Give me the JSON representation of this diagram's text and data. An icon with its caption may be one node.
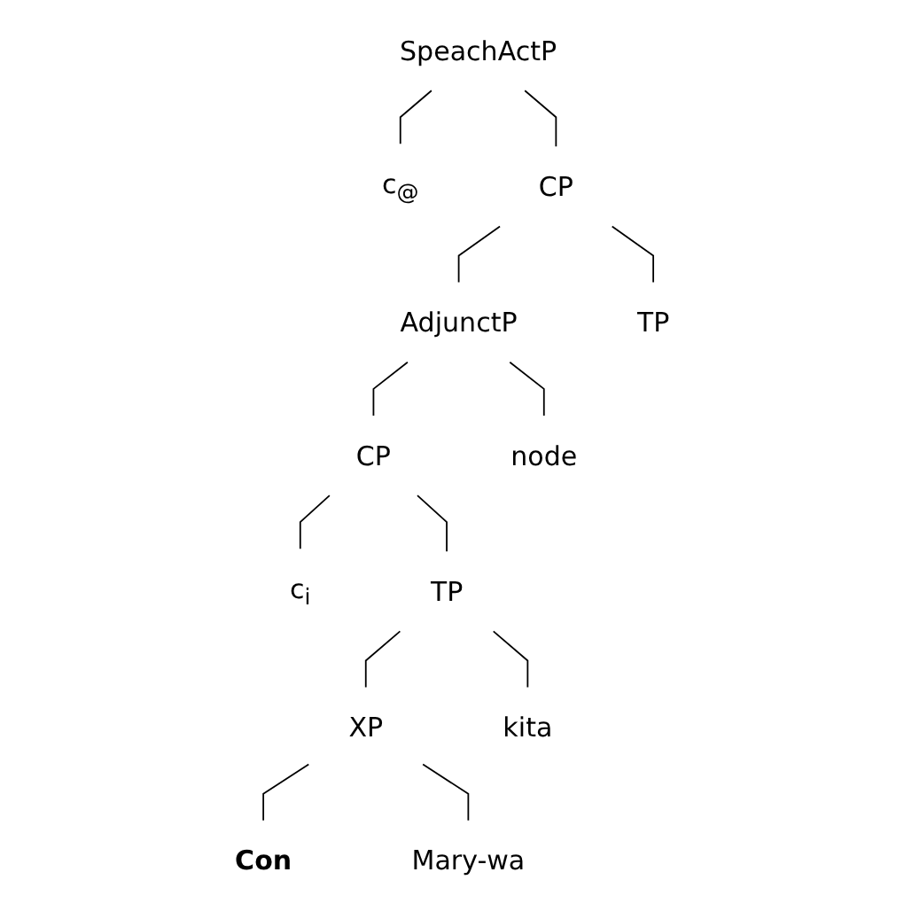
{
  "diagram": {
    "nodes": [
      {
        "text": [
          "SpeachActP"
        ]
      },
      {
        "text": [
          "c$_{@}$"
        ]
      },
      {
        "text": [
          "CP"
        ]
      },
      {
        "text": [
          "AdjunctP"
        ]
      },
      {
        "text": [
          "TP"
        ]
      },
      {
        "text": [
          "CP"
        ]
      },
      {
        "text": [
          "node"
        ]
      },
      {
        "text": [
          "c$_{i}$"
        ]
      },
      {
        "text": [
          "TP"
        ]
      },
      {
        "text": [
          "XP"
        ]
      },
      {
        "text": [
          "kita"
        ]
      },
      {
        "text": [
          "Con"
        ]
      },
      {
        "text": [
          "Mary-wa"
        ]
      }
    ],
    "edges": [
      {
        "from": 0,
        "to": 1,
        "arrow": "none"
      },
      {
        "from": 0,
        "to": 2,
        "arrow": "none"
      },
      {
        "from": 2,
        "to": 3,
        "arrow": "none"
      },
      {
        "from": 2,
        "to": 4,
        "arrow": "none"
      },
      {
        "from": 3,
        "to": 5,
        "arrow": "none"
      },
      {
        "from": 3,
        "to": 6,
        "arrow": "none"
      },
      {
        "from": 5,
        "to": 7,
        "arrow": "none"
      },
      {
        "from": 5,
        "to": 8,
        "arrow": "none"
      },
      {
        "from": 8,
        "to": 9,
        "arrow": "none"
      },
      {
        "from": 8,
        "to": 10,
        "arrow": "none"
      },
      {
        "from": 9,
        "to": 11,
        "arrow": "none"
      },
      {
        "from": 9,
        "to": 12,
        "arrow": "none"
      }
    ]
  }
}
